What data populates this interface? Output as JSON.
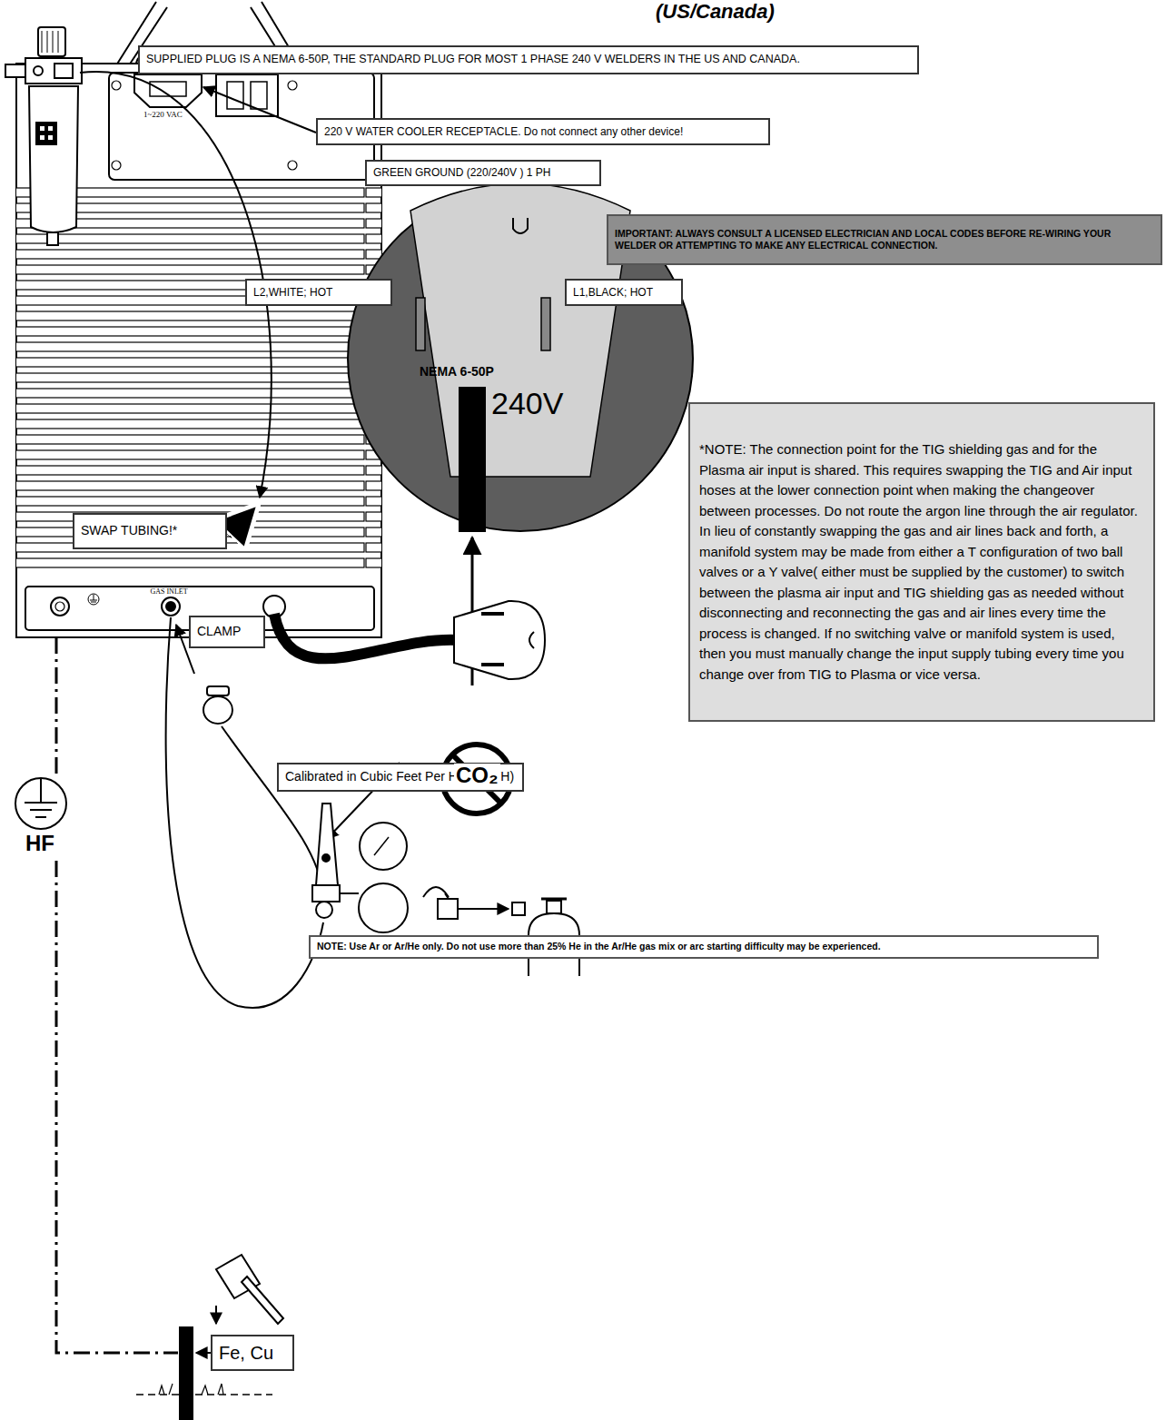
{
  "diagram": {
    "title": "(US/Canada)",
    "nodes": [
      {
        "text": [
          "SUPPLIED PLUG IS A NEMA 6-50P, THE STANDARD PLUG FOR MOST 1 PHASE 240 V WELDERS IN THE US AND CANADA."
        ]
      },
      {
        "text": [
          "220 V WATER COOLER RECEPTACLE. Do not connect any other device!"
        ]
      },
      {
        "text": [
          "GREEN GROUND (220/240V ) 1 PH"
        ]
      },
      {
        "text": [
          "IMPORTANT: ALWAYS CONSULT A LICENSED ELECTRICIAN AND LOCAL CODES BEFORE RE-WIRING YOUR WELDER OR ATTEMPTING TO MAKE ANY ELECTRICAL CONNECTION."
        ]
      },
      {
        "text": [
          "L2,WHITE; HOT"
        ]
      },
      {
        "text": [
          "L1,BLACK; HOT"
        ]
      },
      {
        "text": [
          "SWAP TUBING!*"
        ]
      },
      {
        "text": [
          "*NOTE: The connection point for the TIG shielding gas and for the Plasma air input is shared. This requires swapping the TIG and Air input hoses at the lower connection point when making the changeover between processes. Do not route the argon line through the air regulator. In lieu of constantly swapping the gas and air lines back and forth, a manifold system may be made from either a T configuration of two ball valves or a Y valve( either must be supplied by the customer) to switch between the plasma air input and TIG shielding gas as needed without disconnecting and reconnecting the gas and air lines every time the process is changed. If no switching valve or manifold system is used, then you must manually change the input supply tubing every time you change over from TIG to Plasma or vice versa."
        ]
      },
      {
        "text": [
          "CLAMP"
        ]
      },
      {
        "text": [
          "Calibrated in Cubic Feet Per Hour (CFH)"
        ]
      },
      {
        "text": [
          "NOTE: Use Ar or Ar/He only. Do not use more than 25% He in the Ar/He gas mix or arc starting difficulty may be experienced."
        ]
      },
      {
        "text": [
          "Fe, Cu"
        ]
      }
    ],
    "labels": [
      "1~220 VAC",
      "GAS INLET",
      "NEMA 6-50P",
      "240V",
      "CO₂",
      "HF"
    ]
  }
}
